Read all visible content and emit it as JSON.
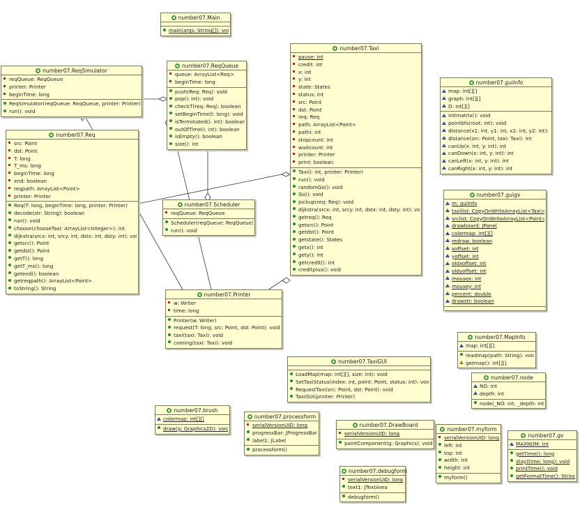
{
  "classes": [
    {
      "id": "main",
      "title": "number07.Main",
      "attrs": [],
      "methods": [
        {
          "t": "main(args: String[]): void",
          "v": "pub",
          "s": true
        }
      ]
    },
    {
      "id": "reqsim",
      "title": "number07.ReqSimulator",
      "attrs": [
        {
          "t": "reqQueue: ReqQueue",
          "v": "priv"
        },
        {
          "t": "printer: Printer",
          "v": "priv"
        },
        {
          "t": "beginTime: long",
          "v": "priv"
        }
      ],
      "methods": [
        {
          "t": "ReqSimulator(reqQueue: ReqQueue, printer: Printer)",
          "v": "ctor"
        },
        {
          "t": "run(): void",
          "v": "pub"
        }
      ]
    },
    {
      "id": "reqqueue",
      "title": "number07.ReqQueue",
      "attrs": [
        {
          "t": "queue: ArrayList<Req>",
          "v": "priv"
        },
        {
          "t": "beginTime: long",
          "v": "priv"
        }
      ],
      "methods": [
        {
          "t": "push(Req: Req): void",
          "v": "pub"
        },
        {
          "t": "pop(i: int): void",
          "v": "pub"
        },
        {
          "t": "checkT(req: Req): boolean",
          "v": "pub"
        },
        {
          "t": "setBeginTime(t: long): void",
          "v": "pub"
        },
        {
          "t": "isTerminated(i: int): boolean",
          "v": "pub"
        },
        {
          "t": "outOfTime(i: int): boolean",
          "v": "pub"
        },
        {
          "t": "isEmpty(): boolean",
          "v": "pub"
        },
        {
          "t": "size(): int",
          "v": "pub"
        }
      ]
    },
    {
      "id": "taxi",
      "title": "number07.Taxi",
      "attrs": [
        {
          "t": "pause: int",
          "v": "priv",
          "s": true
        },
        {
          "t": "credit: int",
          "v": "priv"
        },
        {
          "t": "x: int",
          "v": "priv"
        },
        {
          "t": "y: int",
          "v": "priv"
        },
        {
          "t": "state: States",
          "v": "priv"
        },
        {
          "t": "status: int",
          "v": "priv"
        },
        {
          "t": "src: Point",
          "v": "priv"
        },
        {
          "t": "dst: Point",
          "v": "priv"
        },
        {
          "t": "req: Req",
          "v": "priv"
        },
        {
          "t": "path: ArrayList<Point>",
          "v": "priv"
        },
        {
          "t": "pathi: int",
          "v": "priv"
        },
        {
          "t": "stopcount: int",
          "v": "priv"
        },
        {
          "t": "waitcount: int",
          "v": "priv"
        },
        {
          "t": "printer: Printer",
          "v": "priv"
        },
        {
          "t": "print: boolean",
          "v": "priv"
        }
      ],
      "methods": [
        {
          "t": "Taxi(i: int, printer: Printer)",
          "v": "ctor"
        },
        {
          "t": "run(): void",
          "v": "pub"
        },
        {
          "t": "randomGo(): void",
          "v": "pub"
        },
        {
          "t": "Go(): void",
          "v": "pub"
        },
        {
          "t": "pickup(req: Req): void",
          "v": "pub"
        },
        {
          "t": "dijkstra(srcx: int, srcy: int, dstx: int, dsty: int): void",
          "v": "pub"
        },
        {
          "t": "getreq(): Req",
          "v": "pub"
        },
        {
          "t": "getsrc(): Point",
          "v": "pub"
        },
        {
          "t": "getdst(): Point",
          "v": "pub"
        },
        {
          "t": "getstate(): States",
          "v": "pub"
        },
        {
          "t": "getx(): int",
          "v": "pub"
        },
        {
          "t": "gety(): int",
          "v": "pub"
        },
        {
          "t": "getcredit(): int",
          "v": "pub"
        },
        {
          "t": "creditplus(): void",
          "v": "pub"
        }
      ]
    },
    {
      "id": "guiinfo",
      "title": "number07.guiInfo",
      "attrs": [
        {
          "t": "map: int[][]",
          "v": "pkg"
        },
        {
          "t": "graph: int[][]",
          "v": "pkg"
        },
        {
          "t": "D: int[][]",
          "v": "pkg"
        }
      ],
      "methods": [
        {
          "t": "initmatrix(): void",
          "v": "pkg"
        },
        {
          "t": "pointbfs(root: int): void",
          "v": "pkg"
        },
        {
          "t": "distance(x1: int, y1: int, x2: int, y2: int): int",
          "v": "pkg"
        },
        {
          "t": "distance(src: Point, taxi: Taxi): int",
          "v": "pkg"
        },
        {
          "t": "canUp(x: int, y: int): int",
          "v": "pkg"
        },
        {
          "t": "canDown(x: int, y: int): int",
          "v": "pkg"
        },
        {
          "t": "canLeft(x: int, y: int): int",
          "v": "pkg"
        },
        {
          "t": "canRight(x: int, y: int): int",
          "v": "pkg"
        }
      ]
    },
    {
      "id": "req",
      "title": "number07.Req",
      "attrs": [
        {
          "t": "src: Point",
          "v": "priv"
        },
        {
          "t": "dst: Point",
          "v": "priv"
        },
        {
          "t": "T: long",
          "v": "priv"
        },
        {
          "t": "T_ms: long",
          "v": "priv"
        },
        {
          "t": "beginTime: long",
          "v": "priv"
        },
        {
          "t": "end: boolean",
          "v": "priv"
        },
        {
          "t": "reqpath: ArrayList<Point>",
          "v": "priv"
        },
        {
          "t": "printer: Printer",
          "v": "priv"
        }
      ],
      "methods": [
        {
          "t": "Req(T: long, beginTime: long, printer: Printer)",
          "v": "ctor"
        },
        {
          "t": "decode(str: String): boolean",
          "v": "pub"
        },
        {
          "t": "run(): void",
          "v": "pub"
        },
        {
          "t": "choose(chooseTaxi: ArrayList<Integer>): int",
          "v": "pub"
        },
        {
          "t": "dijkstra(srcx: int, srcy: int, dstx: int, dsty: int): void",
          "v": "pub"
        },
        {
          "t": "getsrc(): Point",
          "v": "pub"
        },
        {
          "t": "getdst(): Point",
          "v": "pub"
        },
        {
          "t": "getT(): long",
          "v": "pub"
        },
        {
          "t": "getT_ms(): long",
          "v": "pub"
        },
        {
          "t": "getend(): boolean",
          "v": "pub"
        },
        {
          "t": "getreqpath(): ArrayList<Point>",
          "v": "pub"
        },
        {
          "t": "toString(): String",
          "v": "pub"
        }
      ]
    },
    {
      "id": "scheduler",
      "title": "number07.Scheduler",
      "attrs": [
        {
          "t": "reqQueue: ReqQueue",
          "v": "priv"
        }
      ],
      "methods": [
        {
          "t": "Scheduler(reqQueue: ReqQueue)",
          "v": "ctor"
        },
        {
          "t": "run(): void",
          "v": "pub"
        }
      ]
    },
    {
      "id": "guigv",
      "title": "number07.guigv",
      "attrs": [
        {
          "t": "m: guiInfo",
          "v": "pkg",
          "s": true
        },
        {
          "t": "taxilist: CopyOnWriteArrayList<Taxi>",
          "v": "pkg",
          "s": true
        },
        {
          "t": "srclist: CopyOnWriteArrayList<Point>",
          "v": "pkg",
          "s": true
        },
        {
          "t": "drawboard: JPanel",
          "v": "pkg",
          "s": true
        },
        {
          "t": "colormap: int[][]",
          "v": "pkg",
          "s": true
        },
        {
          "t": "redraw: boolean",
          "v": "pkg",
          "s": true
        },
        {
          "t": "xoffset: int",
          "v": "pkg",
          "s": true
        },
        {
          "t": "yoffset: int",
          "v": "pkg",
          "s": true
        },
        {
          "t": "oldxoffset: int",
          "v": "pkg",
          "s": true
        },
        {
          "t": "oldyoffset: int",
          "v": "pkg",
          "s": true
        },
        {
          "t": "mousex: int",
          "v": "pkg",
          "s": true
        },
        {
          "t": "mousey: int",
          "v": "pkg",
          "s": true
        },
        {
          "t": "percent: double",
          "v": "pkg",
          "s": true
        },
        {
          "t": "drawstr: boolean",
          "v": "pkg",
          "s": true
        }
      ],
      "methods": []
    },
    {
      "id": "printer",
      "title": "number07.Printer",
      "attrs": [
        {
          "t": "w: Writer",
          "v": "priv"
        },
        {
          "t": "time: long",
          "v": "priv"
        }
      ],
      "methods": [
        {
          "t": "Printer(w: Writer)",
          "v": "ctor"
        },
        {
          "t": "request(T: long, src: Point, dst: Point): void",
          "v": "pub"
        },
        {
          "t": "taxi(taxi: Taxi): void",
          "v": "pub"
        },
        {
          "t": "coming(taxi: Taxi): void",
          "v": "pub"
        }
      ]
    },
    {
      "id": "mapinfo",
      "title": "number07.MapInfo",
      "attrs": [
        {
          "t": "map: int[][]",
          "v": "pkg"
        }
      ],
      "methods": [
        {
          "t": "readmap(path: String): void",
          "v": "pub"
        },
        {
          "t": "getmap(): int[][]",
          "v": "prot"
        }
      ]
    },
    {
      "id": "taxigui",
      "title": "number07.TaxiGUI",
      "attrs": [],
      "methods": [
        {
          "t": "LoadMap(map: int[][], size: int): void",
          "v": "pub"
        },
        {
          "t": "SetTaxiStatus(index: int, point: Point, status: int): void",
          "v": "pub"
        },
        {
          "t": "RequestTaxi(src: Point, dst: Point): void",
          "v": "pub"
        },
        {
          "t": "TaxiGUI(printer: Printer)",
          "v": "ctor"
        }
      ]
    },
    {
      "id": "node",
      "title": "number07.node",
      "attrs": [
        {
          "t": "NO: int",
          "v": "pkg"
        },
        {
          "t": "depth: int",
          "v": "pkg"
        }
      ],
      "methods": [
        {
          "t": "node(_NO: int, _depth: int)",
          "v": "ctor"
        }
      ]
    },
    {
      "id": "brush",
      "title": "number07.brush",
      "attrs": [
        {
          "t": "colormap: int[][]",
          "v": "pkg",
          "s": true
        }
      ],
      "methods": [
        {
          "t": "draw(g: Graphics2D): void",
          "v": "pub",
          "s": true
        }
      ]
    },
    {
      "id": "processform",
      "title": "number07.processform",
      "attrs": [
        {
          "t": "serialVersionUID: long",
          "v": "priv",
          "s": true
        },
        {
          "t": "progressBar: JProgressBar",
          "v": "pub"
        },
        {
          "t": "label1: JLabel",
          "v": "pub"
        }
      ],
      "methods": [
        {
          "t": "processform()",
          "v": "ctor"
        }
      ]
    },
    {
      "id": "drawboard",
      "title": "number07.DrawBoard",
      "attrs": [
        {
          "t": "serialVersionUID: long",
          "v": "priv",
          "s": true
        }
      ],
      "methods": [
        {
          "t": "paintComponent(g: Graphics): void",
          "v": "pub"
        }
      ]
    },
    {
      "id": "myform",
      "title": "number07.myform",
      "attrs": [
        {
          "t": "serialVersionUID: long",
          "v": "priv",
          "s": true
        },
        {
          "t": "left: int",
          "v": "pub"
        },
        {
          "t": "top: int",
          "v": "pub"
        },
        {
          "t": "width: int",
          "v": "pub"
        },
        {
          "t": "height: int",
          "v": "pub"
        }
      ],
      "methods": [
        {
          "t": "myform()",
          "v": "ctor"
        }
      ]
    },
    {
      "id": "gv",
      "title": "number07.gv",
      "attrs": [
        {
          "t": "MAXNUM: int",
          "v": "pkg",
          "s": true
        }
      ],
      "methods": [
        {
          "t": "getTime(): long",
          "v": "pub",
          "s": true
        },
        {
          "t": "stay(time: long): void",
          "v": "pub",
          "s": true
        },
        {
          "t": "printTime(): void",
          "v": "pub",
          "s": true
        },
        {
          "t": "getFormatTime(): String",
          "v": "pub",
          "s": true
        }
      ]
    },
    {
      "id": "debugform",
      "title": "number07.debugform",
      "attrs": [
        {
          "t": "serialVersionUID: long",
          "v": "priv",
          "s": true
        },
        {
          "t": "text1: JTextArea",
          "v": "pub"
        }
      ],
      "methods": [
        {
          "t": "debugform()",
          "v": "ctor"
        }
      ]
    }
  ]
}
